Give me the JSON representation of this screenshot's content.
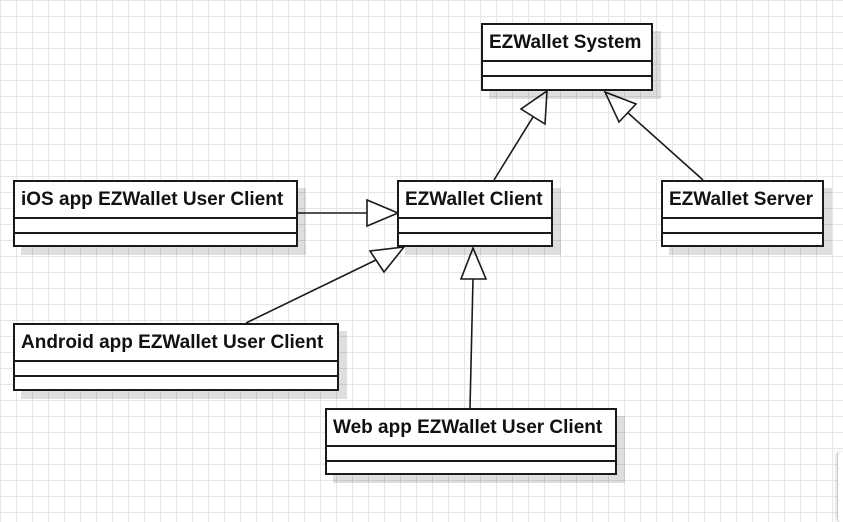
{
  "diagram": {
    "classes": [
      {
        "id": "system",
        "name": "EZWallet System"
      },
      {
        "id": "client",
        "name": "EZWallet Client"
      },
      {
        "id": "server",
        "name": "EZWallet Server"
      },
      {
        "id": "ios",
        "name": "iOS app EZWallet User Client"
      },
      {
        "id": "android",
        "name": "Android app EZWallet User Client"
      },
      {
        "id": "web",
        "name": "Web app EZWallet User Client"
      }
    ],
    "relations": [
      {
        "type": "generalization",
        "from": "client",
        "to": "system"
      },
      {
        "type": "generalization",
        "from": "server",
        "to": "system"
      },
      {
        "type": "generalization",
        "from": "ios",
        "to": "client"
      },
      {
        "type": "generalization",
        "from": "android",
        "to": "client"
      },
      {
        "type": "generalization",
        "from": "web",
        "to": "client"
      }
    ]
  }
}
